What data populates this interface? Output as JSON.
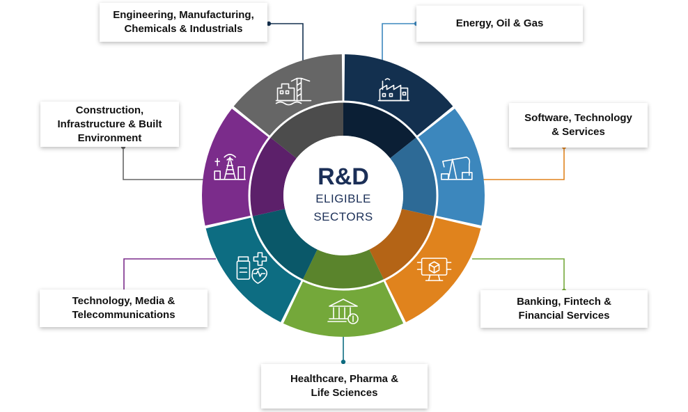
{
  "center": {
    "title": "R&D",
    "subtitle_line1": "ELIGIBLE",
    "subtitle_line2": "SECTORS"
  },
  "sectors": [
    {
      "label": "Engineering, Manufacturing,\nChemicals & Industrials",
      "color": "#13304f",
      "inner": "#0b1f35",
      "icon": "factory-icon"
    },
    {
      "label": "Energy, Oil & Gas",
      "color": "#3c87bd",
      "inner": "#2d6a96",
      "icon": "oil-pump-icon"
    },
    {
      "label": "Software, Technology\n& Services",
      "color": "#e0831d",
      "inner": "#b46416",
      "icon": "monitor-cube-icon"
    },
    {
      "label": "Banking, Fintech &\nFinancial Services",
      "color": "#74a83a",
      "inner": "#5a842c",
      "icon": "bank-icon"
    },
    {
      "label": "Healthcare, Pharma &\nLife Sciences",
      "color": "#0d6d82",
      "inner": "#0a5869",
      "icon": "medicine-heart-icon"
    },
    {
      "label": "Technology, Media &\nTelecommunications",
      "color": "#7b2c8b",
      "inner": "#5c206a",
      "icon": "telecom-tower-icon"
    },
    {
      "label": "Construction,\nInfrastructure & Built\nEnvironment",
      "color": "#666666",
      "inner": "#4c4c4c",
      "icon": "construction-crane-icon"
    }
  ]
}
